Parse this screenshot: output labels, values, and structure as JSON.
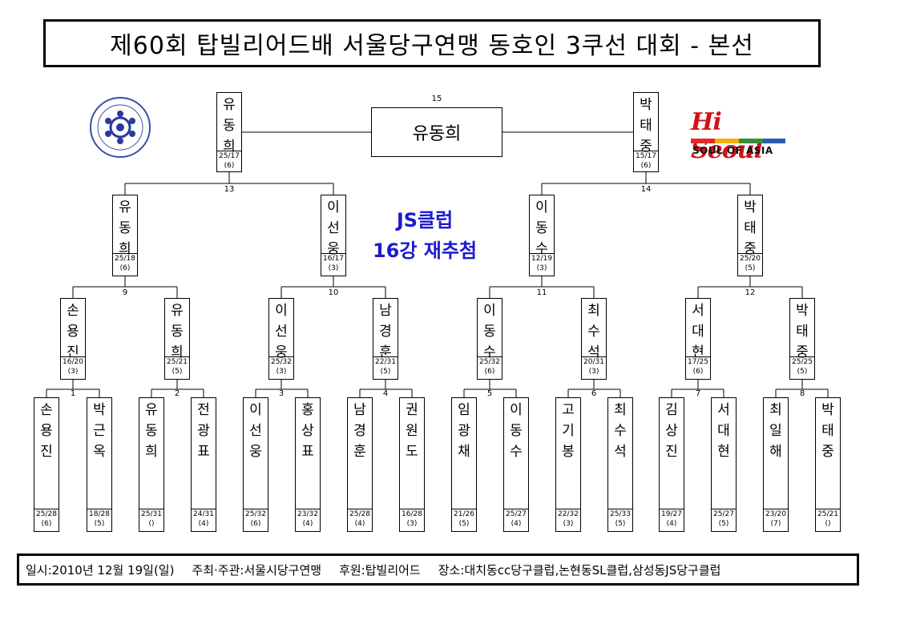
{
  "title": "제60회 탑빌리어드배 서울당구연맹 동호인 3쿠선 대회 - 본선",
  "final": {
    "match": "15",
    "winner": "유동희"
  },
  "notice": {
    "line1": "JS클럽",
    "line2": "16강 재추첨"
  },
  "logos": {
    "left": "seal-logo",
    "right_main": "Hi Seoul",
    "right_sub": "SOUL OF ASIA"
  },
  "rounds": {
    "r16": [
      {
        "name": "손용진",
        "score": "25/28",
        "inning": "(6)"
      },
      {
        "name": "박근옥",
        "score": "18/28",
        "inning": "(5)"
      },
      {
        "name": "유동희",
        "score": "25/31",
        "inning": "()"
      },
      {
        "name": "전광표",
        "score": "24/31",
        "inning": "(4)"
      },
      {
        "name": "이선웅",
        "score": "25/32",
        "inning": "(6)"
      },
      {
        "name": "홍상표",
        "score": "23/32",
        "inning": "(4)"
      },
      {
        "name": "남경훈",
        "score": "25/28",
        "inning": "(4)"
      },
      {
        "name": "권원도",
        "score": "16/28",
        "inning": "(3)"
      },
      {
        "name": "임광채",
        "score": "21/26",
        "inning": "(5)"
      },
      {
        "name": "이동수",
        "score": "25/27",
        "inning": "(4)"
      },
      {
        "name": "고기봉",
        "score": "22/32",
        "inning": "(3)"
      },
      {
        "name": "최수석",
        "score": "25/33",
        "inning": "(5)"
      },
      {
        "name": "김상진",
        "score": "19/27",
        "inning": "(4)"
      },
      {
        "name": "서대현",
        "score": "25/27",
        "inning": "(5)"
      },
      {
        "name": "최일해",
        "score": "23/20",
        "inning": "(7)"
      },
      {
        "name": "박태중",
        "score": "25/21",
        "inning": "()"
      }
    ],
    "qf": [
      {
        "name": "손용진",
        "score": "16/20",
        "inning": "(3)"
      },
      {
        "name": "유동희",
        "score": "25/21",
        "inning": "(5)"
      },
      {
        "name": "이선웅",
        "score": "25/32",
        "inning": "(3)"
      },
      {
        "name": "남경훈",
        "score": "22/31",
        "inning": "(5)"
      },
      {
        "name": "이동수",
        "score": "25/32",
        "inning": "(6)"
      },
      {
        "name": "최수석",
        "score": "20/31",
        "inning": "(3)"
      },
      {
        "name": "서대현",
        "score": "17/25",
        "inning": "(6)"
      },
      {
        "name": "박태중",
        "score": "25/25",
        "inning": "(5)"
      }
    ],
    "sf": [
      {
        "name": "유동희",
        "score": "25/18",
        "inning": "(6)"
      },
      {
        "name": "이선웅",
        "score": "16/17",
        "inning": "(3)"
      },
      {
        "name": "이동수",
        "score": "12/19",
        "inning": "(3)"
      },
      {
        "name": "박태중",
        "score": "25/20",
        "inning": "(5)"
      }
    ],
    "f": [
      {
        "name": "유동희",
        "score": "25/17",
        "inning": "(6)"
      },
      {
        "name": "박태중",
        "score": "15/17",
        "inning": "(6)"
      }
    ]
  },
  "match_numbers": {
    "r16": [
      "1",
      "2",
      "3",
      "4",
      "5",
      "6",
      "7",
      "8"
    ],
    "qf": [
      "9",
      "10",
      "11",
      "12"
    ],
    "sf": [
      "13",
      "14"
    ]
  },
  "footer": {
    "date": "일시:2010년 12월 19일(일)",
    "host": "주최·주관:서울시당구연맹",
    "sponsor": "후원:탑빌리어드",
    "venue": "장소:대치동cc당구클럽,논현동SL클럽,삼성동JS당구클럽"
  }
}
